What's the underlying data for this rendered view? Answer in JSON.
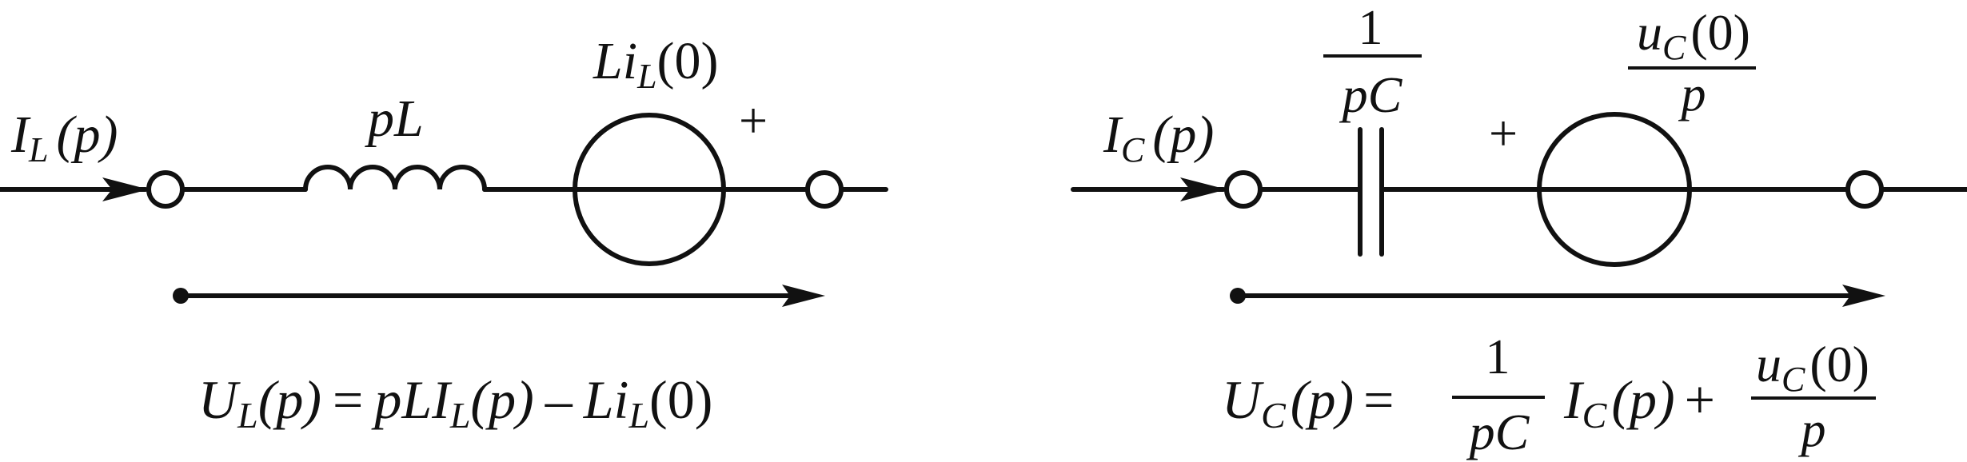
{
  "left": {
    "current_label": {
      "sym": "I",
      "sub": "L",
      "arg": "(p)"
    },
    "inductor_label": "pL",
    "source_label": {
      "pre": "L",
      "sym": "i",
      "sub": "L",
      "arg": "(0)"
    },
    "plus": "+",
    "equation": {
      "lhs_sym": "U",
      "lhs_sub": "L",
      "lhs_arg": "(p)",
      "eq": "=",
      "t1": "pLI",
      "t1_sub": "L",
      "t1_arg": "(p)",
      "minus": "–",
      "t2_pre": "L",
      "t2_sym": "i",
      "t2_sub": "L",
      "t2_arg": "(0)"
    }
  },
  "right": {
    "current_label": {
      "sym": "I",
      "sub": "C",
      "arg": "(p)"
    },
    "capacitor_label": {
      "num": "1",
      "den": "pC"
    },
    "source_label": {
      "num_sym": "u",
      "num_sub": "C",
      "num_arg": "(0)",
      "den": "p"
    },
    "plus": "+",
    "equation": {
      "lhs_sym": "U",
      "lhs_sub": "C",
      "lhs_arg": "(p)",
      "eq": "=",
      "frac1_num": "1",
      "frac1_den": "pC",
      "t1_sym": "I",
      "t1_sub": "C",
      "t1_arg": "(p)",
      "plus": "+",
      "frac2_num_sym": "u",
      "frac2_num_sub": "C",
      "frac2_num_arg": "(0)",
      "frac2_den": "p"
    }
  }
}
